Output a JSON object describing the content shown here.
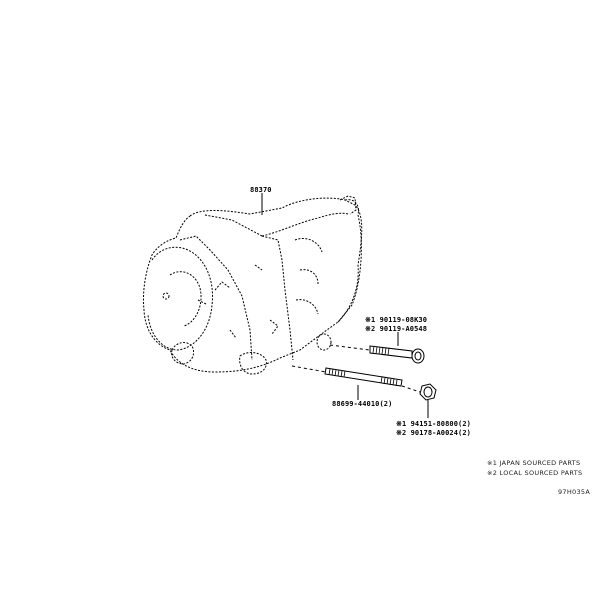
{
  "diagram": {
    "title_part": "88370",
    "callouts": {
      "compressor": "88370",
      "bolt_long_1": "※1 90119-08K30",
      "bolt_long_2": "※2 90119-A0548",
      "stud": "88699-44010(2)",
      "nut_1": "※1 94151-80800(2)",
      "nut_2": "※2 90178-A0024(2)"
    },
    "legend": {
      "line1": "※1 JAPAN SOURCED PARTS",
      "line2": "※2 LOCAL SOURCED PARTS"
    },
    "figure_code": "97H035A",
    "colors": {
      "background": "#ffffff",
      "line": "#000000"
    }
  }
}
